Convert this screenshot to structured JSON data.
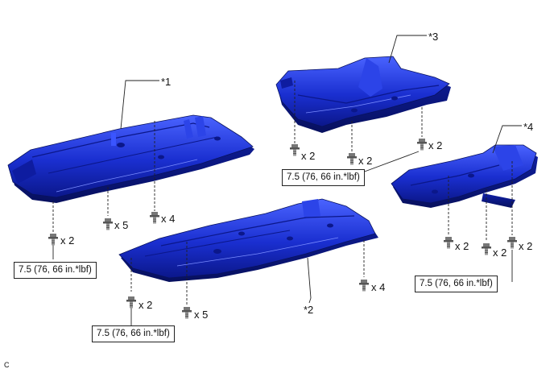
{
  "figure_code": "C",
  "parts": [
    {
      "id": "part1",
      "callout": "*1"
    },
    {
      "id": "part2",
      "callout": "*2"
    },
    {
      "id": "part3",
      "callout": "*3"
    },
    {
      "id": "part4",
      "callout": "*4"
    }
  ],
  "quantities": {
    "p1_left_x2": "x 2",
    "p1_mid_x5": "x 5",
    "p1_right_x4": "x 4",
    "p2_left_x2": "x 2",
    "p2_mid_x5": "x 5",
    "p2_right_x4": "x 4",
    "p3_left_x2": "x 2",
    "p3_mid_x2": "x 2",
    "p3_right_x2": "x 2",
    "p4_a_x2": "x 2",
    "p4_b_x2": "x 2",
    "p4_c_x2": "x 2"
  },
  "torque": {
    "p1": "7.5 (76, 66 in.*lbf)",
    "p2": "7.5 (76, 66 in.*lbf)",
    "p3": "7.5 (76, 66 in.*lbf)",
    "p4": "7.5 (76, 66 in.*lbf)"
  },
  "colors": {
    "panel_blue": "#1a2fd0",
    "panel_dark": "#0b178a",
    "panel_light": "#4a63ff",
    "line": "#222222"
  },
  "icons": {
    "bolt": "flange-bolt-icon"
  }
}
